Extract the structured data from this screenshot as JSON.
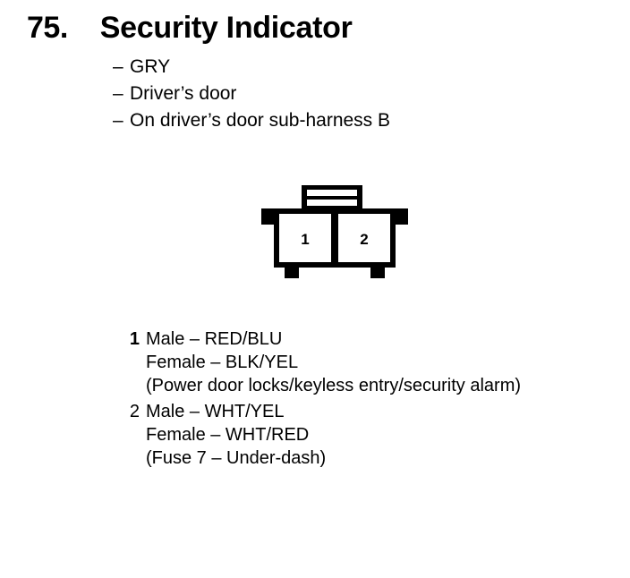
{
  "page": {
    "background": "#ffffff",
    "ink": "#000000"
  },
  "header": {
    "number": "75.",
    "title": "Security Indicator"
  },
  "attributes": [
    {
      "dash": "–",
      "label": "GRY"
    },
    {
      "dash": "–",
      "label": "Driver’s door"
    },
    {
      "dash": "–",
      "label": "On driver’s door sub-harness B"
    }
  ],
  "connector": {
    "type": "2-pin-connector-diagram",
    "pin_labels": [
      "1",
      "2"
    ],
    "stroke": "#000000"
  },
  "pins": [
    {
      "number": "1",
      "emphasis": "bold",
      "lines": [
        "Male – RED/BLU",
        "Female – BLK/YEL",
        "(Power door locks/keyless entry/security alarm)"
      ]
    },
    {
      "number": "2",
      "emphasis": "normal",
      "lines": [
        "Male – WHT/YEL",
        "Female – WHT/RED",
        "(Fuse 7 – Under-dash)"
      ]
    }
  ]
}
